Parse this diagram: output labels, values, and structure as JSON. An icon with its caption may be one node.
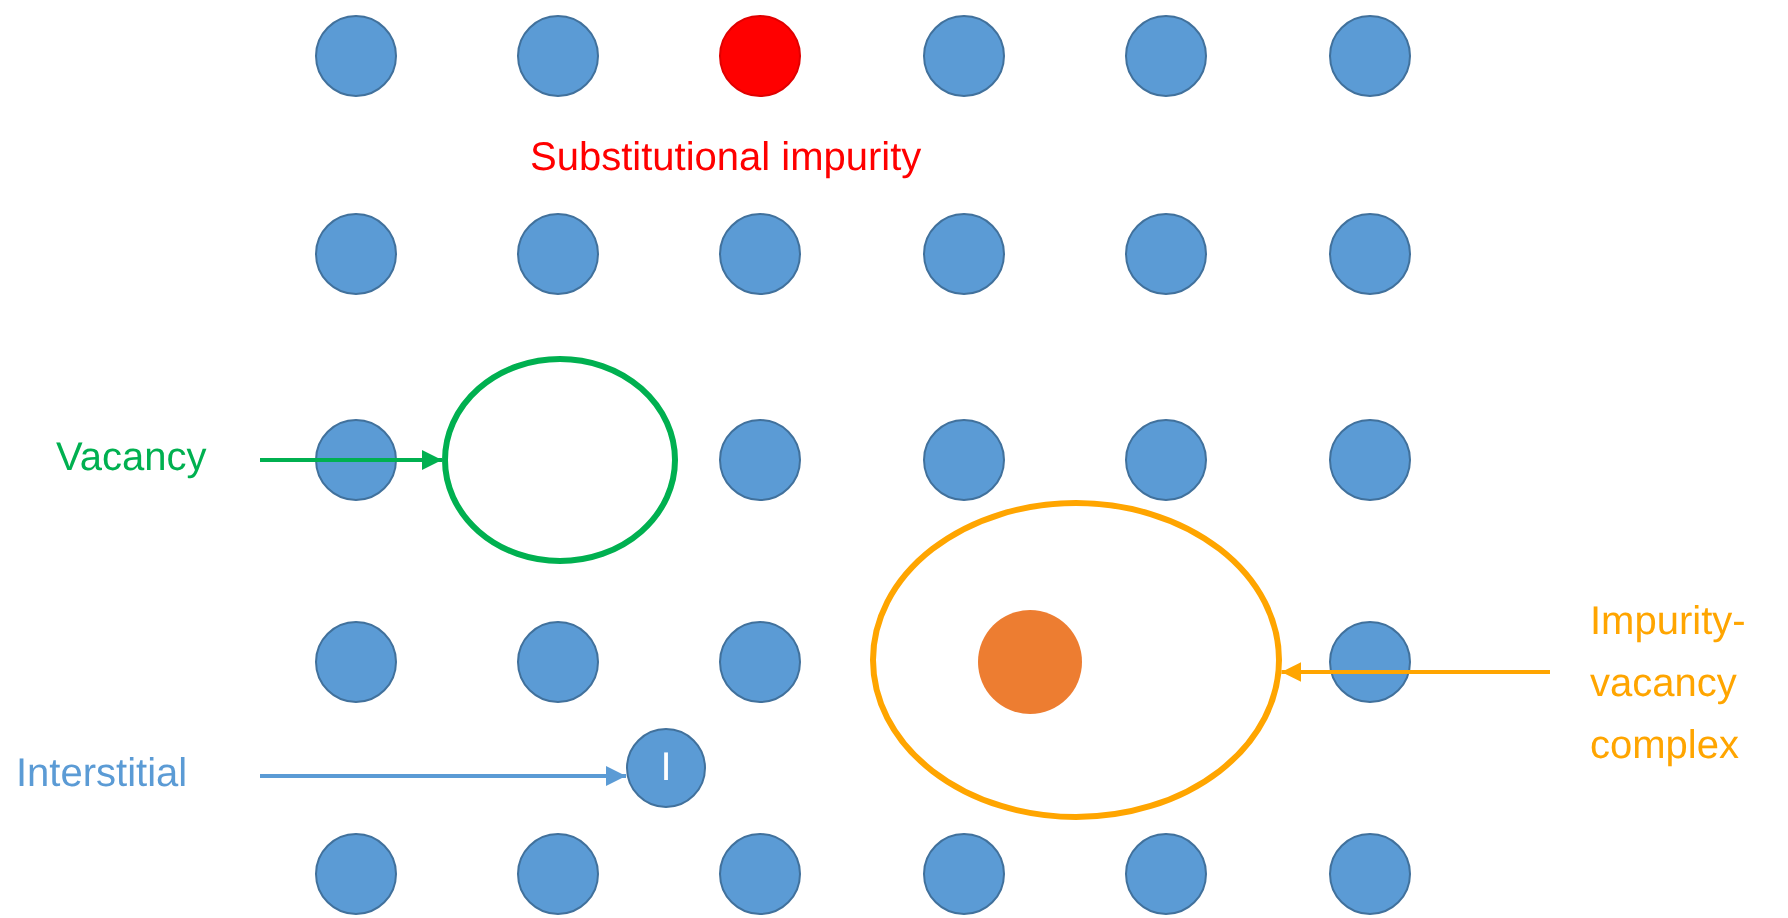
{
  "diagram": {
    "nodes": [
      {
        "text": [
          "Vacancy"
        ]
      },
      {
        "text": [],
        "shape": "circle"
      },
      {
        "text": [
          "Interstitial"
        ]
      },
      {
        "text": [
          "I"
        ]
      },
      {
        "text": [
          "Impurity-vacancy complex"
        ]
      },
      {
        "text": [],
        "shape": "circle"
      }
    ],
    "edges": [
      {
        "from": 0,
        "to": 1,
        "arrow": "to",
        "color": "#00b050"
      },
      {
        "from": 2,
        "to": 3,
        "arrow": "to",
        "color": "#5b9bd5"
      },
      {
        "from": 4,
        "to": 5,
        "arrow": "to",
        "color": "#ffa500"
      }
    ],
    "labels": [
      "Substitutional impurity"
    ]
  }
}
